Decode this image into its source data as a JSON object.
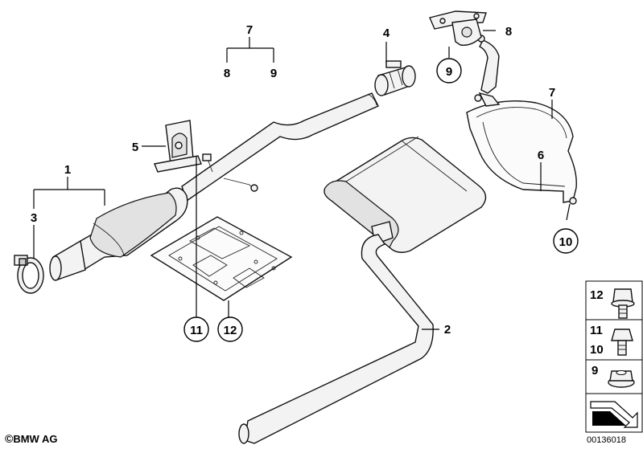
{
  "labels": {
    "l1": "1",
    "l2": "2",
    "l3": "3",
    "l4": "4",
    "l5": "5",
    "l6": "6",
    "l7a": "7",
    "l7b": "7",
    "l8a": "8",
    "l8b": "8",
    "l9a": "9",
    "l9b": "9",
    "l10": "10",
    "l11": "11",
    "l12": "12"
  },
  "legend": {
    "row1_a": "12",
    "row2_a": "11",
    "row2_b": "10",
    "row3_a": "9"
  },
  "footer": {
    "copyright_symbol": "©",
    "copyright_text": "BMW AG",
    "image_code": "00136018"
  }
}
